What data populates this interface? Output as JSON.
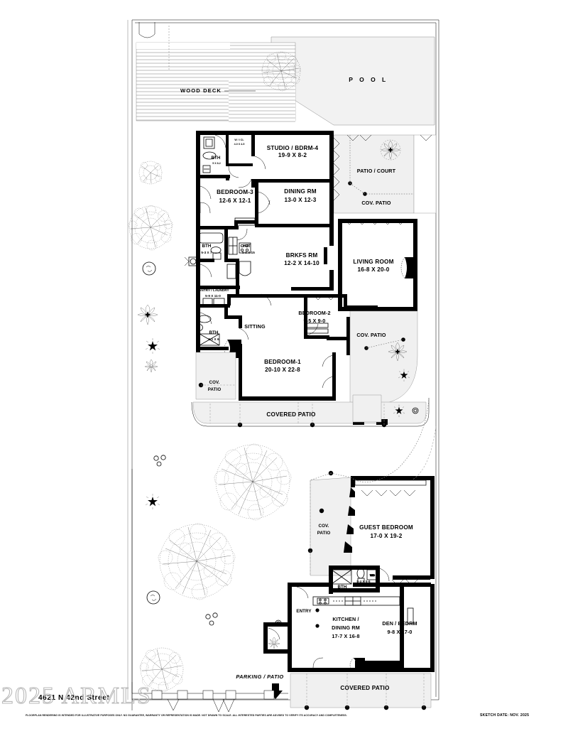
{
  "document": {
    "type": "floorplan-sketch",
    "address": "4621 N 42nd Street",
    "watermark": "2025 ARMLS",
    "sketch_date_label": "SKETCH DATE:  NOV. 2025",
    "disclaimer": "FLOORPLAN RENDERING IS INTENDED FOR ILLUSTRATIVE PURPOSES ONLY.  NO GUARANTEE, WARRANTY OR REPRESENTATION IS MADE.  NOT DRAWN TO SCALE.  ALL INTERESTED PARTIES ARE ADVISED TO VERIFY ITS ACCURACY AND COMPLETENESS."
  },
  "exterior": {
    "pool": "P O O L",
    "wood_deck": "WOOD  DECK",
    "parking_patio": "PARKING / PATIO"
  },
  "main_house": {
    "rooms": [
      {
        "id": "studio",
        "name": "STUDIO / BDRM-4",
        "dims": "19-9  X  8-2"
      },
      {
        "id": "bedroom3",
        "name": "BEDROOM-3",
        "dims": "12-6  X  12-1"
      },
      {
        "id": "dining",
        "name": "DINING RM",
        "dims": "13-0 X 12-3"
      },
      {
        "id": "brkfs",
        "name": "BRKFS RM",
        "dims": "12-2 X 14-10"
      },
      {
        "id": "living",
        "name": "LIVING ROOM",
        "dims": "16-8  X  20-0"
      },
      {
        "id": "bedroom2",
        "name": "BEDROOM-2",
        "dims": "9-5  X  9-0"
      },
      {
        "id": "bedroom1",
        "name": "BEDROOM-1",
        "dims": "20-10 X 22-8"
      },
      {
        "id": "sitting",
        "name": "SITTING",
        "dims": ""
      }
    ],
    "service_spaces": [
      {
        "id": "wic",
        "name": "W / I CL",
        "dims": "4-0 X 4-5"
      },
      {
        "id": "bth_studio",
        "name": "BTH",
        "dims": "5 X 8-2"
      },
      {
        "id": "bth_hall",
        "name": "BTH",
        "dims": "5-3 X 7"
      },
      {
        "id": "kit",
        "name": "KIT",
        "dims": "9-9 X 15"
      },
      {
        "id": "pantry",
        "name": "PANTRY",
        "dims": ""
      },
      {
        "id": "pantry_lndry",
        "name": "PANTRY / LAUNDRY",
        "dims": "5-9 X 11-0"
      },
      {
        "id": "bth_master",
        "name": "BTH",
        "dims": "9-1 X 6"
      }
    ],
    "outdoor_labels": [
      {
        "id": "patio_court",
        "name": "PATIO / COURT"
      },
      {
        "id": "cov_patio_ne",
        "name": "COV. PATIO"
      },
      {
        "id": "cov_patio_e",
        "name": "COV. PATIO"
      },
      {
        "id": "cov_patio_w",
        "name": "COV. PATIO"
      },
      {
        "id": "covered_patio",
        "name": "COVERED PATIO"
      }
    ],
    "fireplaces": [
      "FP",
      "FP"
    ]
  },
  "guest_house": {
    "rooms": [
      {
        "id": "guest_bedroom",
        "name": "GUEST BEDROOM",
        "dims": "17-0  X 19-2"
      },
      {
        "id": "kitchen_dining",
        "name": "KITCHEN / DINING RM",
        "dims": "17-7 X 16-8"
      },
      {
        "id": "den",
        "name": "DEN / BEDRM",
        "dims": "9-8  X  17-0"
      }
    ],
    "service_spaces": [
      {
        "id": "bth_guest",
        "name": "BTH",
        "dims": "5-4 X 5-6"
      },
      {
        "id": "wd",
        "name": "W/D",
        "dims": ""
      }
    ],
    "outdoor_labels": [
      {
        "id": "cov_patio_guest",
        "name": "COV. PATIO"
      },
      {
        "id": "covered_patio_s",
        "name": "COVERED PATIO"
      }
    ],
    "entry": "ENTRY",
    "fireplaces": [
      "FP"
    ]
  },
  "colors": {
    "wall": "#000000",
    "paper": "#ffffff",
    "patio_fill": "#f0f0f0",
    "pool_fill": "#f2f2f2",
    "watermark": "#b9b9b9"
  }
}
